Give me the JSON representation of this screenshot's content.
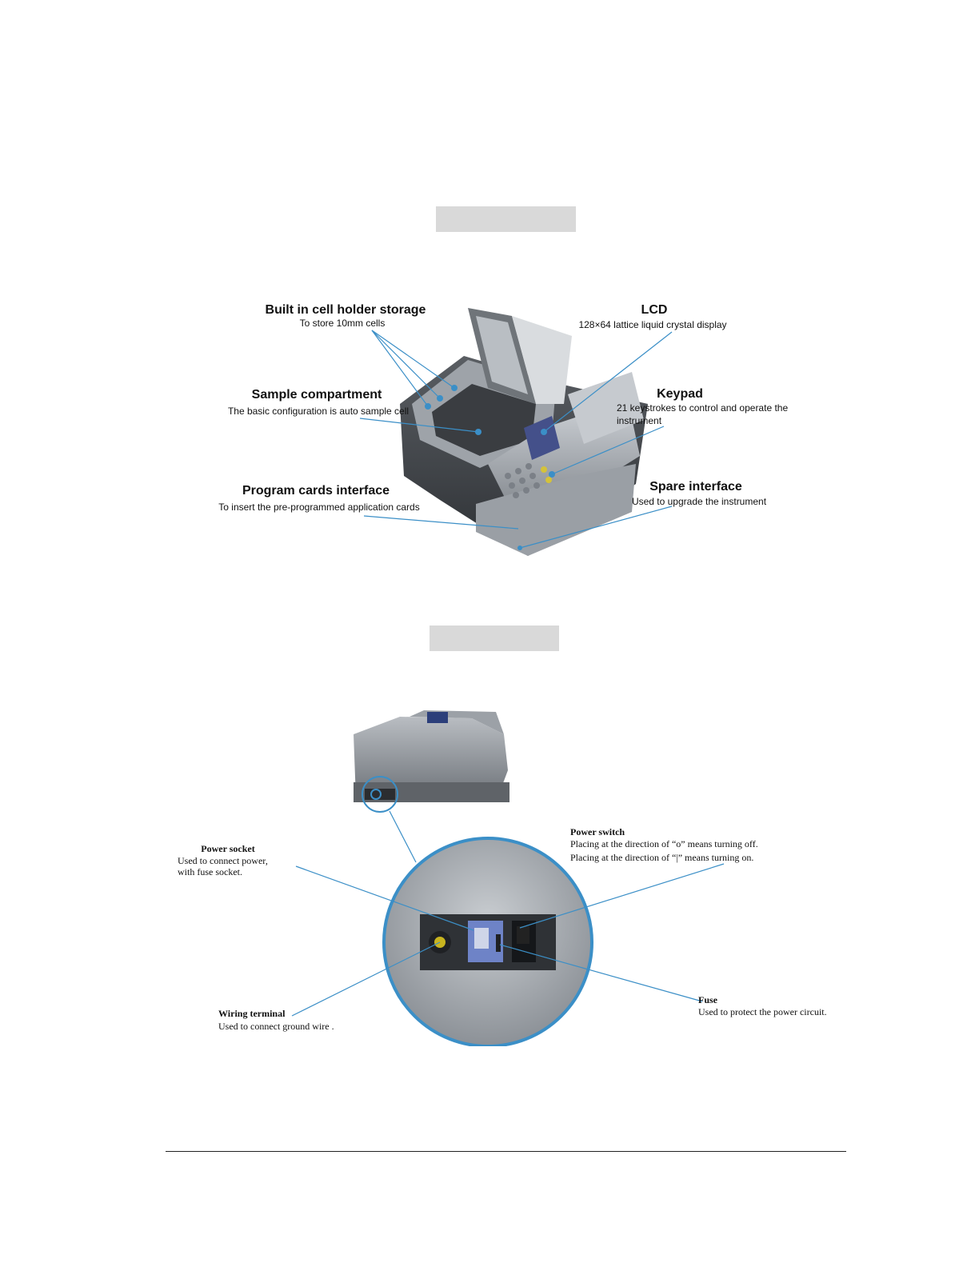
{
  "front_view": {
    "callouts": [
      {
        "title": "Built in cell holder storage",
        "desc": "To store 10mm cells"
      },
      {
        "title": "LCD",
        "desc": "128×64 lattice liquid crystal display"
      },
      {
        "title": "Sample compartment",
        "desc": "The basic configuration is auto sample cell"
      },
      {
        "title": "Keypad",
        "desc": "21 keystrokes to control and operate the",
        "desc2": "instrument"
      },
      {
        "title": "Program cards interface",
        "desc": "To insert the pre-programmed application cards"
      },
      {
        "title": "Spare interface",
        "desc": "Used to upgrade the instrument"
      }
    ]
  },
  "rear_view": {
    "callouts": [
      {
        "title": "Power switch",
        "desc": "Placing at the direction of   “o” means turning off.",
        "desc2": "Placing at the direction of   “|”   means turning on."
      },
      {
        "title": "Power socket",
        "desc": "Used to connect power,",
        "desc2": " with fuse socket."
      },
      {
        "title": "Wiring terminal",
        "desc": "Used to connect ground wire ."
      },
      {
        "title": "Fuse",
        "desc": "Used to protect the power circuit."
      }
    ]
  }
}
